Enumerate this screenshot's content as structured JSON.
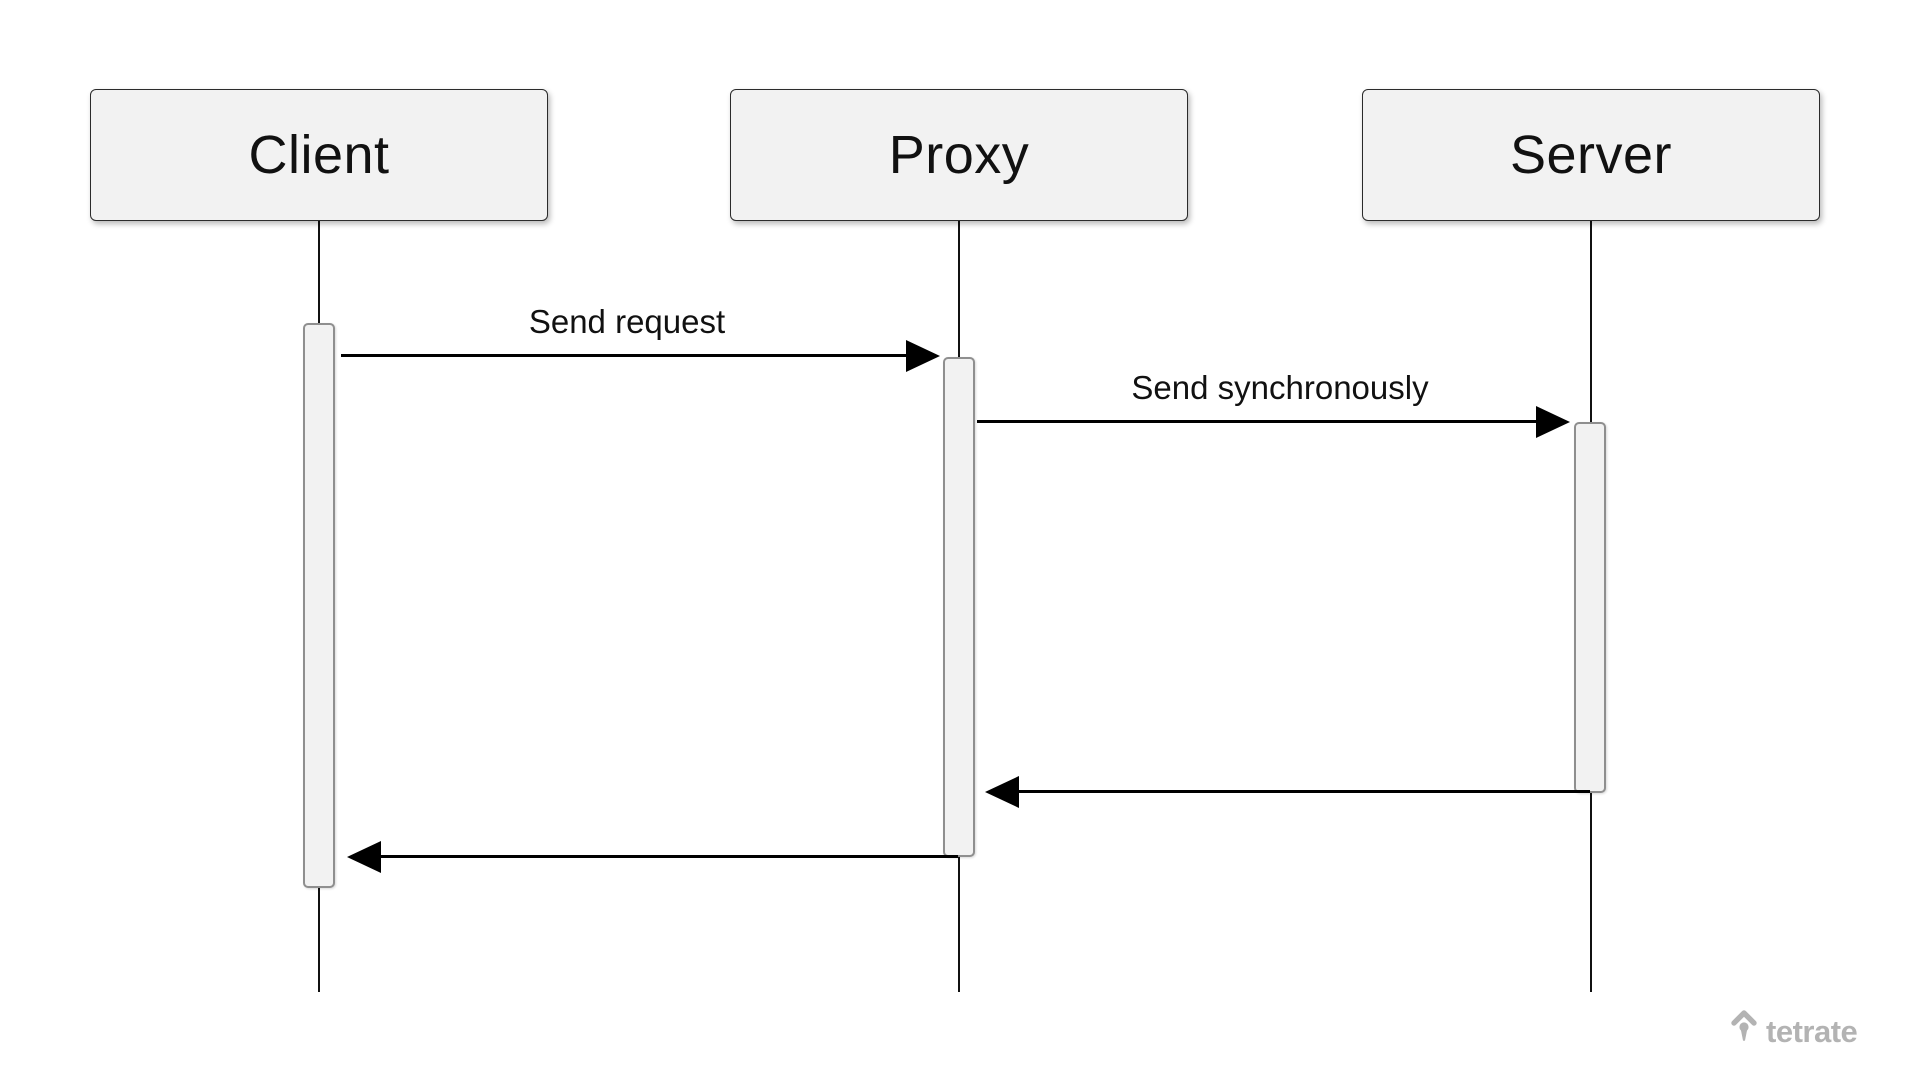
{
  "diagram": {
    "type": "sequence-diagram",
    "actors": [
      {
        "id": "client",
        "label": "Client"
      },
      {
        "id": "proxy",
        "label": "Proxy"
      },
      {
        "id": "server",
        "label": "Server"
      }
    ],
    "messages": [
      {
        "label": "Send request",
        "from": "Client",
        "to": "Proxy",
        "kind": "request"
      },
      {
        "label": "Send synchronously",
        "from": "Proxy",
        "to": "Server",
        "kind": "request"
      },
      {
        "label": "",
        "from": "Server",
        "to": "Proxy",
        "kind": "return"
      },
      {
        "label": "",
        "from": "Proxy",
        "to": "Client",
        "kind": "return"
      }
    ]
  },
  "watermark": {
    "brand": "tetrate"
  },
  "colors": {
    "background": "#ffffff",
    "actor_fill": "#f2f2f2",
    "actor_border": "#2b2b2b",
    "activation_fill": "#f2f2f2",
    "activation_border": "#8f8f8f",
    "arrow": "#000000",
    "text": "#111111",
    "watermark_gray": "#b3b3b3"
  }
}
